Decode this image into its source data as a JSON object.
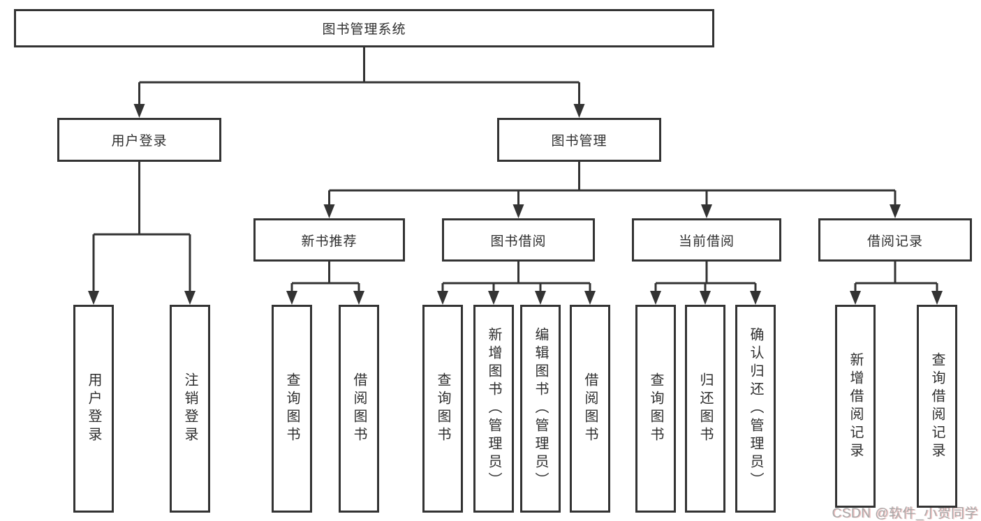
{
  "diagram": {
    "title": "图书管理系统",
    "nodes": {
      "root": {
        "label": "图书管理系统"
      },
      "login": {
        "label": "用户登录"
      },
      "mgmt": {
        "label": "图书管理"
      },
      "rec": {
        "label": "新书推荐"
      },
      "bor": {
        "label": "图书借阅"
      },
      "cur": {
        "label": "当前借阅"
      },
      "hist": {
        "label": "借阅记录"
      },
      "leaf_user_login": {
        "label": "用户登录"
      },
      "leaf_logout": {
        "label": "注销登录"
      },
      "leaf_query_books_rec": {
        "label": "查询图书"
      },
      "leaf_borrow_books_rec": {
        "label": "借阅图书"
      },
      "leaf_query_books_bor": {
        "label": "查询图书"
      },
      "leaf_add_books": {
        "label": "新增图书（管理员）"
      },
      "leaf_edit_books": {
        "label": "编辑图书（管理员）"
      },
      "leaf_borrow_books_bor": {
        "label": "借阅图书"
      },
      "leaf_query_books_cur": {
        "label": "查询图书"
      },
      "leaf_return_books": {
        "label": "归还图书"
      },
      "leaf_confirm_return": {
        "label": "确认归还（管理员）"
      },
      "leaf_add_borrow_record": {
        "label": "新增借阅记录"
      },
      "leaf_query_borrow_record": {
        "label": "查询借阅记录"
      }
    },
    "hierarchy": [
      {
        "parent": "图书管理系统",
        "children": [
          "用户登录",
          "图书管理"
        ]
      },
      {
        "parent": "用户登录",
        "children": [
          "用户登录",
          "注销登录"
        ]
      },
      {
        "parent": "图书管理",
        "children": [
          "新书推荐",
          "图书借阅",
          "当前借阅",
          "借阅记录"
        ]
      },
      {
        "parent": "新书推荐",
        "children": [
          "查询图书",
          "借阅图书"
        ]
      },
      {
        "parent": "图书借阅",
        "children": [
          "查询图书",
          "新增图书（管理员）",
          "编辑图书（管理员）",
          "借阅图书"
        ]
      },
      {
        "parent": "当前借阅",
        "children": [
          "查询图书",
          "归还图书",
          "确认归还（管理员）"
        ]
      },
      {
        "parent": "借阅记录",
        "children": [
          "新增借阅记录",
          "查询借阅记录"
        ]
      }
    ],
    "colors": {
      "line": "#333333",
      "box_border": "#333333",
      "box_fill": "#ffffff",
      "text": "#2e2e2e",
      "watermark": "#a8a8a8"
    }
  },
  "watermark": {
    "text": "CSDN @软件_小贺同学"
  }
}
